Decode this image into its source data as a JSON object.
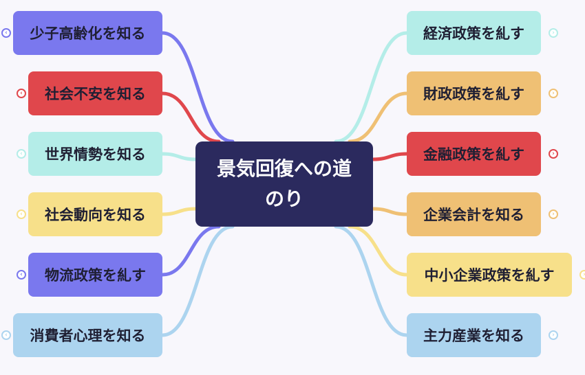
{
  "center": {
    "title": "景気回復への道のり",
    "color": "#2b2a5e"
  },
  "left": [
    {
      "label": "少子高齢化を知る",
      "color": "#7a78ee"
    },
    {
      "label": "社会不安を知る",
      "color": "#e0474c"
    },
    {
      "label": "世界情勢を知る",
      "color": "#b4ede8"
    },
    {
      "label": "社会動向を知る",
      "color": "#f7e08a"
    },
    {
      "label": "物流政策を糺す",
      "color": "#7a78ee"
    },
    {
      "label": "消費者心理を知る",
      "color": "#acd4ef"
    }
  ],
  "right": [
    {
      "label": "経済政策を糺す",
      "color": "#b4ede8"
    },
    {
      "label": "財政政策を糺す",
      "color": "#efc074"
    },
    {
      "label": "金融政策を糺す",
      "color": "#e0474c"
    },
    {
      "label": "企業会計を知る",
      "color": "#efc074"
    },
    {
      "label": "中小企業政策を糺す",
      "color": "#f7e08a"
    },
    {
      "label": "主力産業を知る",
      "color": "#acd4ef"
    }
  ]
}
